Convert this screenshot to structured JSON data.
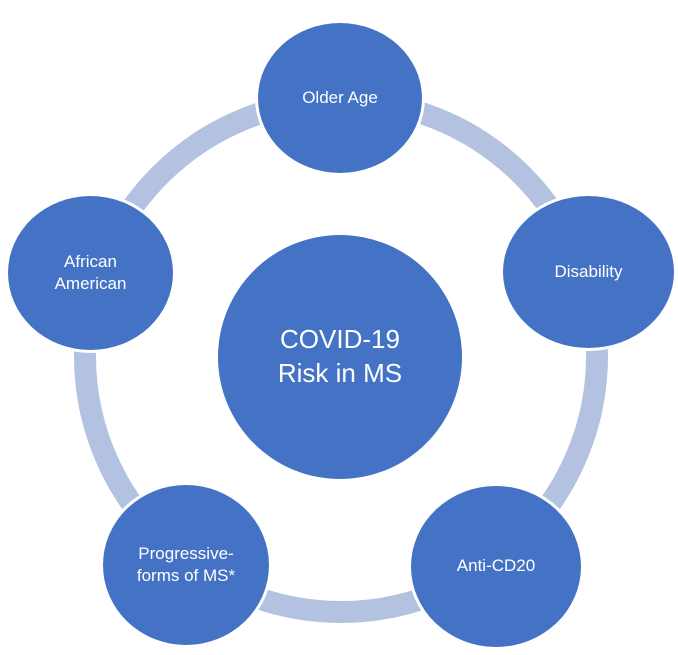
{
  "colors": {
    "node_fill": "#4472C4",
    "ring": "#B4C2E2",
    "node_border": "#ffffff",
    "text": "#ffffff"
  },
  "diagram": {
    "type": "radial-cycle",
    "center": {
      "label": "COVID-19\nRisk in MS"
    },
    "outer_nodes": [
      {
        "id": "older-age",
        "label": "Older Age"
      },
      {
        "id": "disability",
        "label": "Disability"
      },
      {
        "id": "anti-cd20",
        "label": "Anti-CD20"
      },
      {
        "id": "progressive-forms",
        "label": "Progressive-\nforms of MS*"
      },
      {
        "id": "african-american",
        "label": "African\nAmerican"
      }
    ]
  }
}
